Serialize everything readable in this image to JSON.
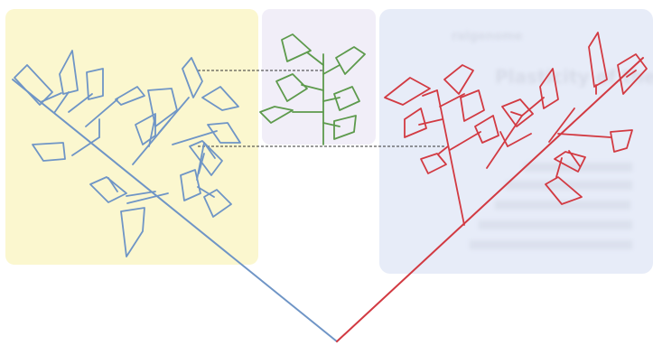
{
  "figure": {
    "panels": [
      {
        "name": "left-panel",
        "color": "#fbf7cf"
      },
      {
        "name": "middle-panel",
        "color": "#f1eef8"
      },
      {
        "name": "right-panel",
        "color": "#e7ecf8"
      }
    ],
    "colors": {
      "left_tree": "#6f95c6",
      "middle_tree": "#5d9a4c",
      "right_tree": "#d23a42",
      "connector": "#333333"
    },
    "bleed_through_text": {
      "fragment_top": "ralgenome",
      "fragment_heading": "Plasticity of the"
    }
  }
}
